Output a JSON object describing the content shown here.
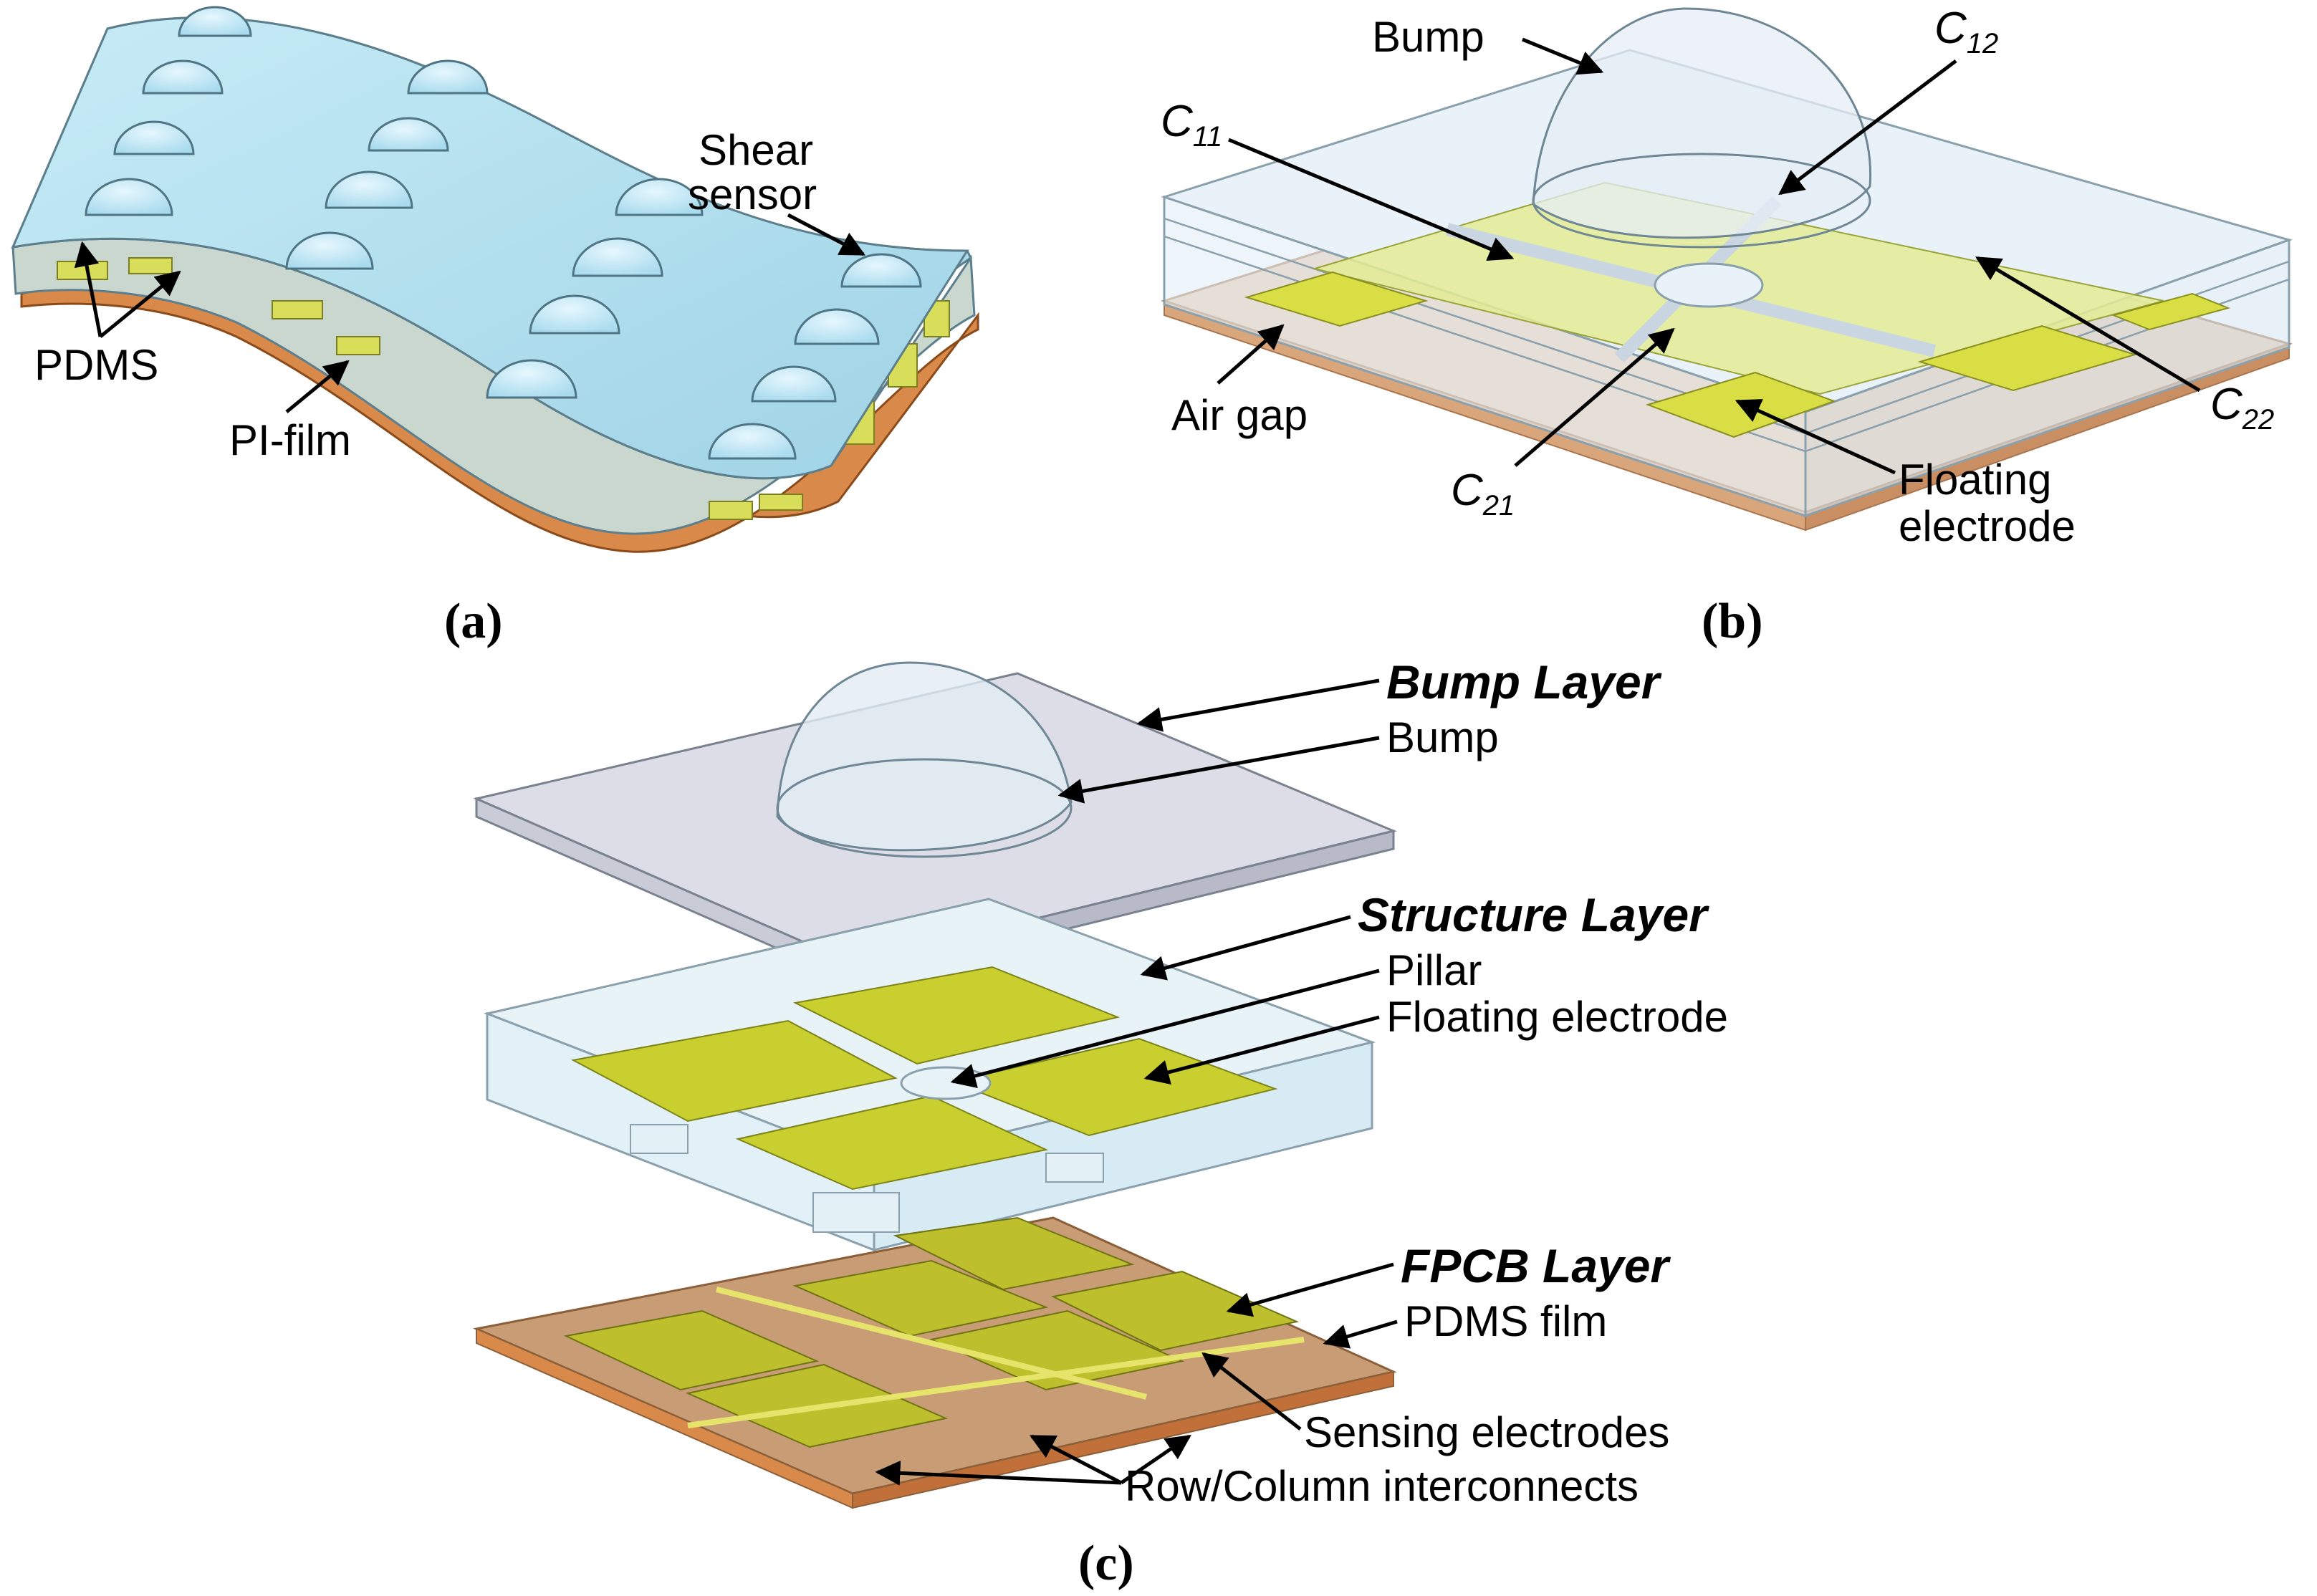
{
  "panel_a": {
    "caption": "(a)",
    "labels": {
      "shear_sensor_1": "Shear",
      "shear_sensor_2": "sensor",
      "pdms": "PDMS",
      "pi_film": "PI-film"
    }
  },
  "panel_b": {
    "caption": "(b)",
    "labels": {
      "bump": "Bump",
      "c11_main": "C",
      "c11_sub": "11",
      "c12_main": "C",
      "c12_sub": "12",
      "c21_main": "C",
      "c21_sub": "21",
      "c22_main": "C",
      "c22_sub": "22",
      "air_gap": "Air gap",
      "floating_1": "Floating",
      "floating_2": "electrode"
    }
  },
  "panel_c": {
    "caption": "(c)",
    "labels": {
      "bump_layer": "Bump Layer",
      "bump": "Bump",
      "structure_layer": "Structure Layer",
      "pillar": "Pillar",
      "floating_electrode": "Floating electrode",
      "fpcb_layer": "FPCB Layer",
      "pdms_film": "PDMS film",
      "sensing_electrodes": "Sensing electrodes",
      "interconnects": "Row/Column interconnects"
    }
  },
  "colors": {
    "pdms_blue": "#b7e3f0",
    "pdms_face": "#9fd3e6",
    "electrode_yellow": "#cfd23a",
    "electrode_light": "#e6ec8a",
    "pi_copper": "#d98a4a",
    "fpcb_tan": "#c8a07c",
    "bump_clear": "#dfeaf4"
  }
}
